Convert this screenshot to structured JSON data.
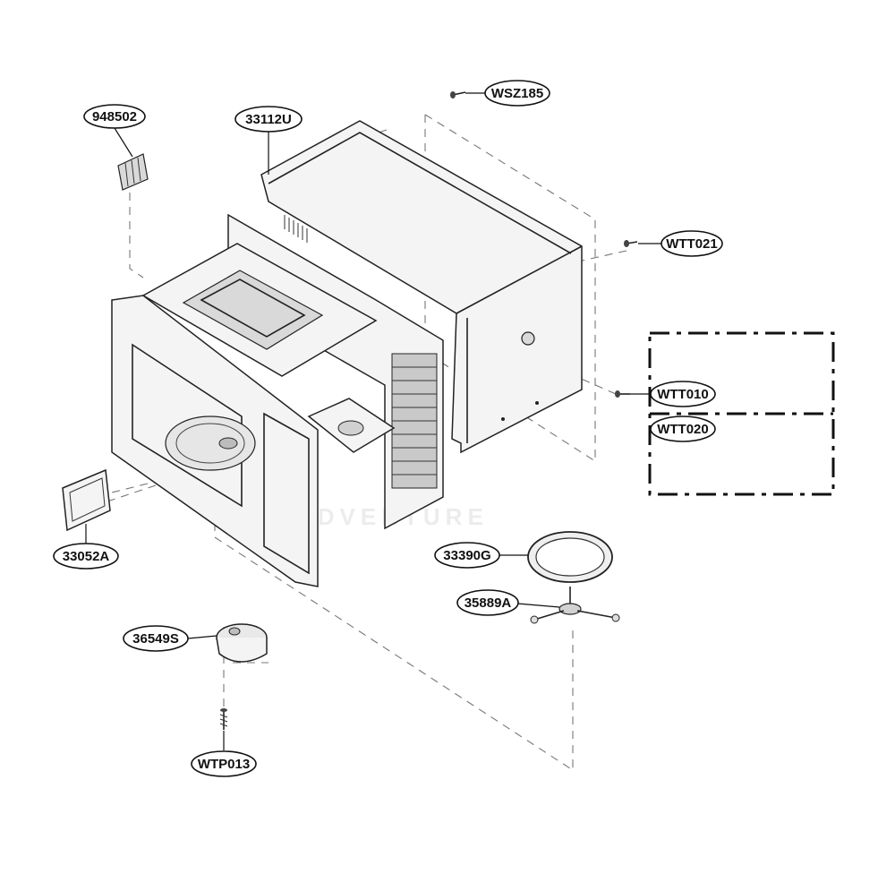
{
  "watermark": "ADVENTURE",
  "parts": [
    {
      "id": "948502",
      "label": "948502"
    },
    {
      "id": "33112U",
      "label": "33112U"
    },
    {
      "id": "WSZ185",
      "label": "WSZ185"
    },
    {
      "id": "WTT021",
      "label": "WTT021"
    },
    {
      "id": "WTT010",
      "label": "WTT010"
    },
    {
      "id": "WTT020",
      "label": "WTT020"
    },
    {
      "id": "33052A",
      "label": "33052A"
    },
    {
      "id": "33390G",
      "label": "33390G"
    },
    {
      "id": "35889A",
      "label": "35889A"
    },
    {
      "id": "36549S",
      "label": "36549S"
    },
    {
      "id": "WTP013",
      "label": "WTP013"
    }
  ]
}
